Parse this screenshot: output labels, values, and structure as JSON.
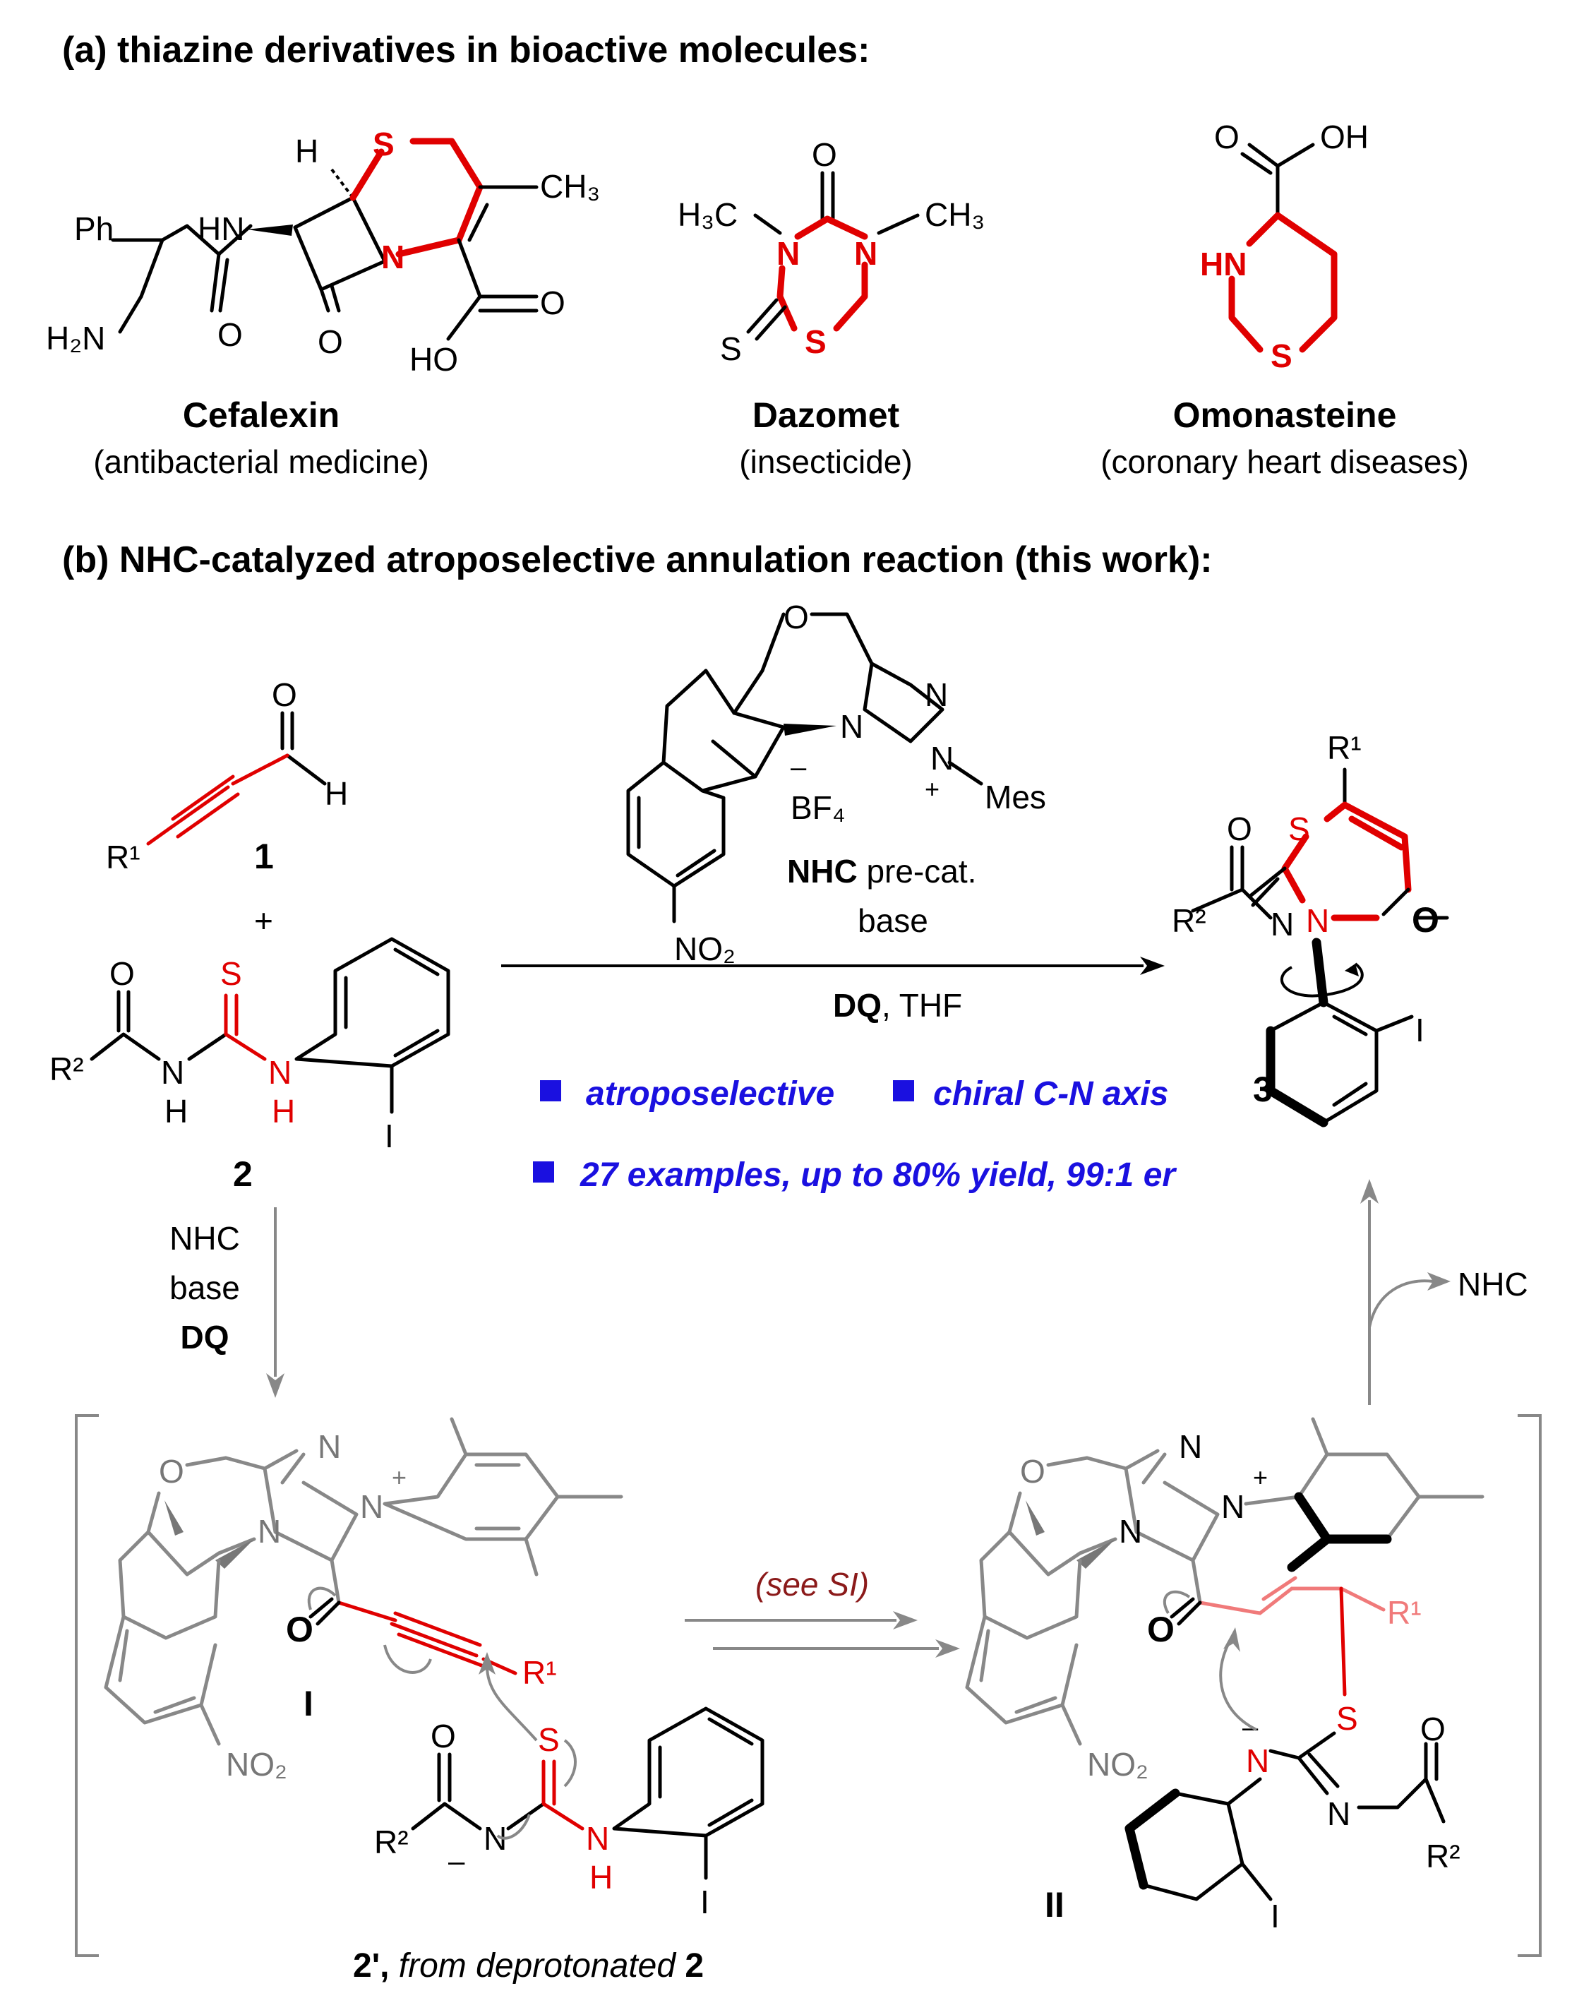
{
  "section_a": {
    "title": "(a) thiazine derivatives in bioactive molecules:"
  },
  "compounds": [
    {
      "name": "Cefalexin",
      "use": "(antibacterial medicine)"
    },
    {
      "name": "Dazomet",
      "use": "(insecticide)"
    },
    {
      "name": "Omonasteine",
      "use": "(coronary heart diseases)"
    }
  ],
  "section_b": {
    "title": "(b) NHC-catalyzed atroposelective annulation reaction (this work):"
  },
  "atoms": {
    "ph": "Ph",
    "hn": "HN",
    "h2n": "H₂N",
    "h": "H",
    "s": "S",
    "n": "N",
    "o": "O",
    "ch3": "CH₃",
    "h3c": "H₃C",
    "ho": "HO",
    "oh": "OH",
    "i": "I",
    "r1": "R¹",
    "r2": "R²",
    "nh_h": "H",
    "mes": "Mes",
    "bf4": "BF₄",
    "no2": "NO₂",
    "plus": "+",
    "minus": "–"
  },
  "reagents": {
    "cat_name": "NHC",
    "cat_suffix": " pre-cat.",
    "base": "base",
    "oxidant": "DQ",
    "solvent": ", THF"
  },
  "labels": {
    "cmpd1": "1",
    "cmpd2": "2",
    "cmpd3": "3",
    "plus": "+",
    "int1": "I",
    "int2": "II",
    "cmpd2p_bold": "2',",
    "cmpd2p_italic": " from deprotonated ",
    "cmpd2p_num": "2",
    "see_si": "(see SI)",
    "nhc_release": "NHC"
  },
  "left_arrow": {
    "line1": "NHC",
    "line2": "base",
    "line3": "DQ"
  },
  "highlights": [
    "atroposelective",
    "chiral C-N axis",
    "27 examples, up to 80% yield, 99:1 er"
  ],
  "colors": {
    "highlight": "#e00000",
    "blue": "#1a10e0",
    "grey": "#888888",
    "pink": "#f07a7a",
    "darkred": "#8b1a1a"
  }
}
